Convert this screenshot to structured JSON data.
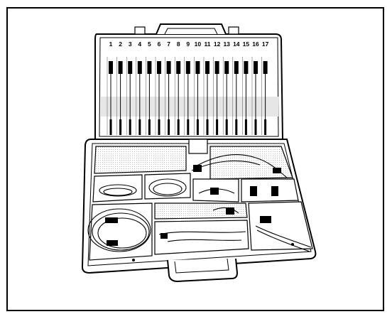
{
  "figure": {
    "subject": "test-lead-kit-case",
    "slot_labels": [
      "1",
      "2",
      "3",
      "4",
      "5",
      "6",
      "7",
      "8",
      "9",
      "10",
      "11",
      "12",
      "13",
      "14",
      "15",
      "16",
      "17"
    ]
  },
  "colors": {
    "line": "#000000",
    "fill": "#ffffff",
    "shade": "#d9d9d9"
  }
}
